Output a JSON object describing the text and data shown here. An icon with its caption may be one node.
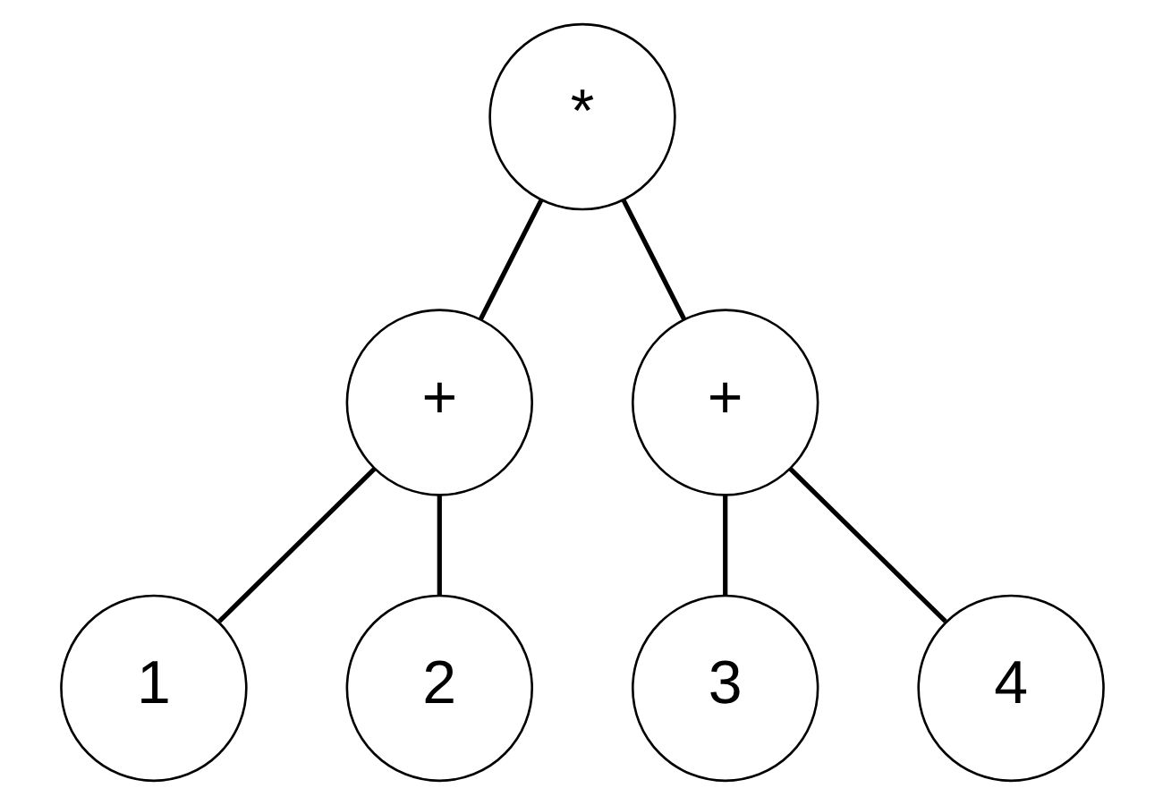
{
  "diagram": {
    "nodes": [
      {
        "text": [
          "*"
        ]
      },
      {
        "text": [
          "+"
        ]
      },
      {
        "text": [
          "+"
        ]
      },
      {
        "text": [
          "1"
        ]
      },
      {
        "text": [
          "2"
        ]
      },
      {
        "text": [
          "3"
        ]
      },
      {
        "text": [
          "4"
        ]
      }
    ],
    "edges": [
      {
        "from": 0,
        "to": 1,
        "arrow": "none"
      },
      {
        "from": 0,
        "to": 2,
        "arrow": "none"
      },
      {
        "from": 1,
        "to": 3,
        "arrow": "none"
      },
      {
        "from": 1,
        "to": 4,
        "arrow": "none"
      },
      {
        "from": 2,
        "to": 5,
        "arrow": "none"
      },
      {
        "from": 2,
        "to": 6,
        "arrow": "none"
      }
    ]
  }
}
